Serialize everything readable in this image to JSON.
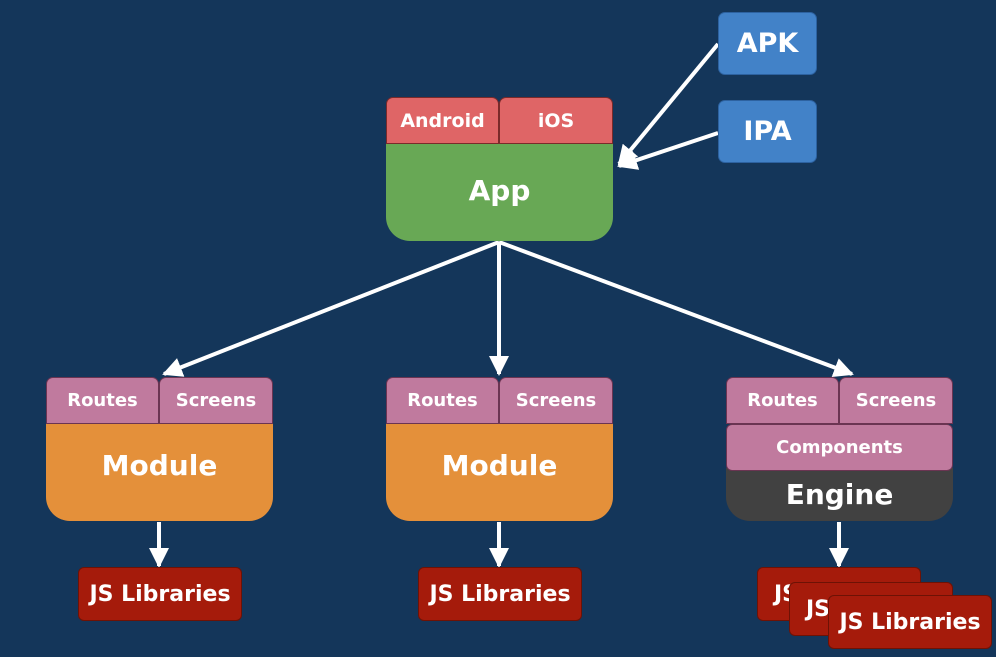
{
  "artifacts": {
    "apk": "APK",
    "ipa": "IPA"
  },
  "app": {
    "tags": [
      "Android",
      "iOS"
    ],
    "label": "App"
  },
  "modules": [
    {
      "tags": [
        "Routes",
        "Screens"
      ],
      "label": "Module",
      "library": "JS Libraries"
    },
    {
      "tags": [
        "Routes",
        "Screens"
      ],
      "label": "Module",
      "library": "JS Libraries"
    }
  ],
  "engine": {
    "tags": [
      "Routes",
      "Screens"
    ],
    "components": "Components",
    "label": "Engine",
    "libraries": [
      "JS Libraries",
      "JS Libraries",
      "JS Libraries"
    ]
  },
  "colors": {
    "background": "#14365a",
    "artifact": "#4282c8",
    "platform_tag": "#df6566",
    "app": "#68a855",
    "module": "#e4903a",
    "engine": "#414141",
    "section_tag": "#c07a9e",
    "library": "#a51b0b",
    "arrow": "#ffffff"
  }
}
